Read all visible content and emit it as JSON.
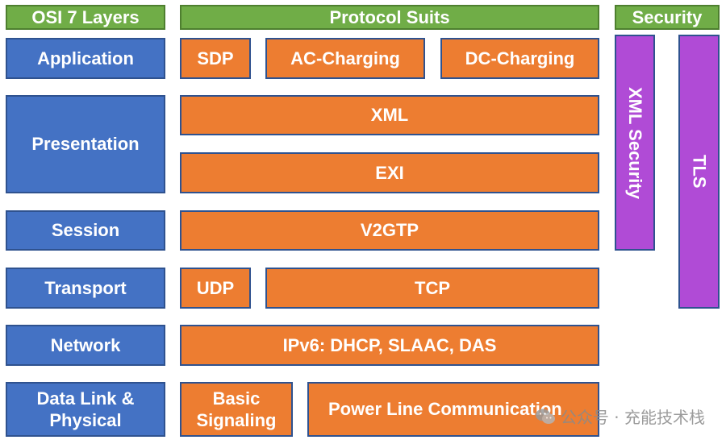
{
  "headers": {
    "osi": "OSI 7 Layers",
    "protocols": "Protocol Suits",
    "security": "Security"
  },
  "layers": {
    "application": "Application",
    "presentation": "Presentation",
    "session": "Session",
    "transport": "Transport",
    "network": "Network",
    "datalink_line1": "Data Link &",
    "datalink_line2": "Physical"
  },
  "protocols": {
    "sdp": "SDP",
    "ac_charging": "AC-Charging",
    "dc_charging": "DC-Charging",
    "xml": "XML",
    "exi": "EXI",
    "v2gtp": "V2GTP",
    "udp": "UDP",
    "tcp": "TCP",
    "ipv6": "IPv6: DHCP, SLAAC, DAS",
    "basic_line1": "Basic",
    "basic_line2": "Signaling",
    "plc": "Power Line Communication"
  },
  "security": {
    "xml_security": "XML Security",
    "tls": "TLS"
  },
  "watermark": {
    "text": "公众号 · 充能技术栈",
    "icon": "wechat-icon"
  },
  "colors": {
    "header_green": "#70ad47",
    "layer_blue": "#4472c4",
    "protocol_orange": "#ed7d31",
    "security_purple": "#b04bd6"
  }
}
